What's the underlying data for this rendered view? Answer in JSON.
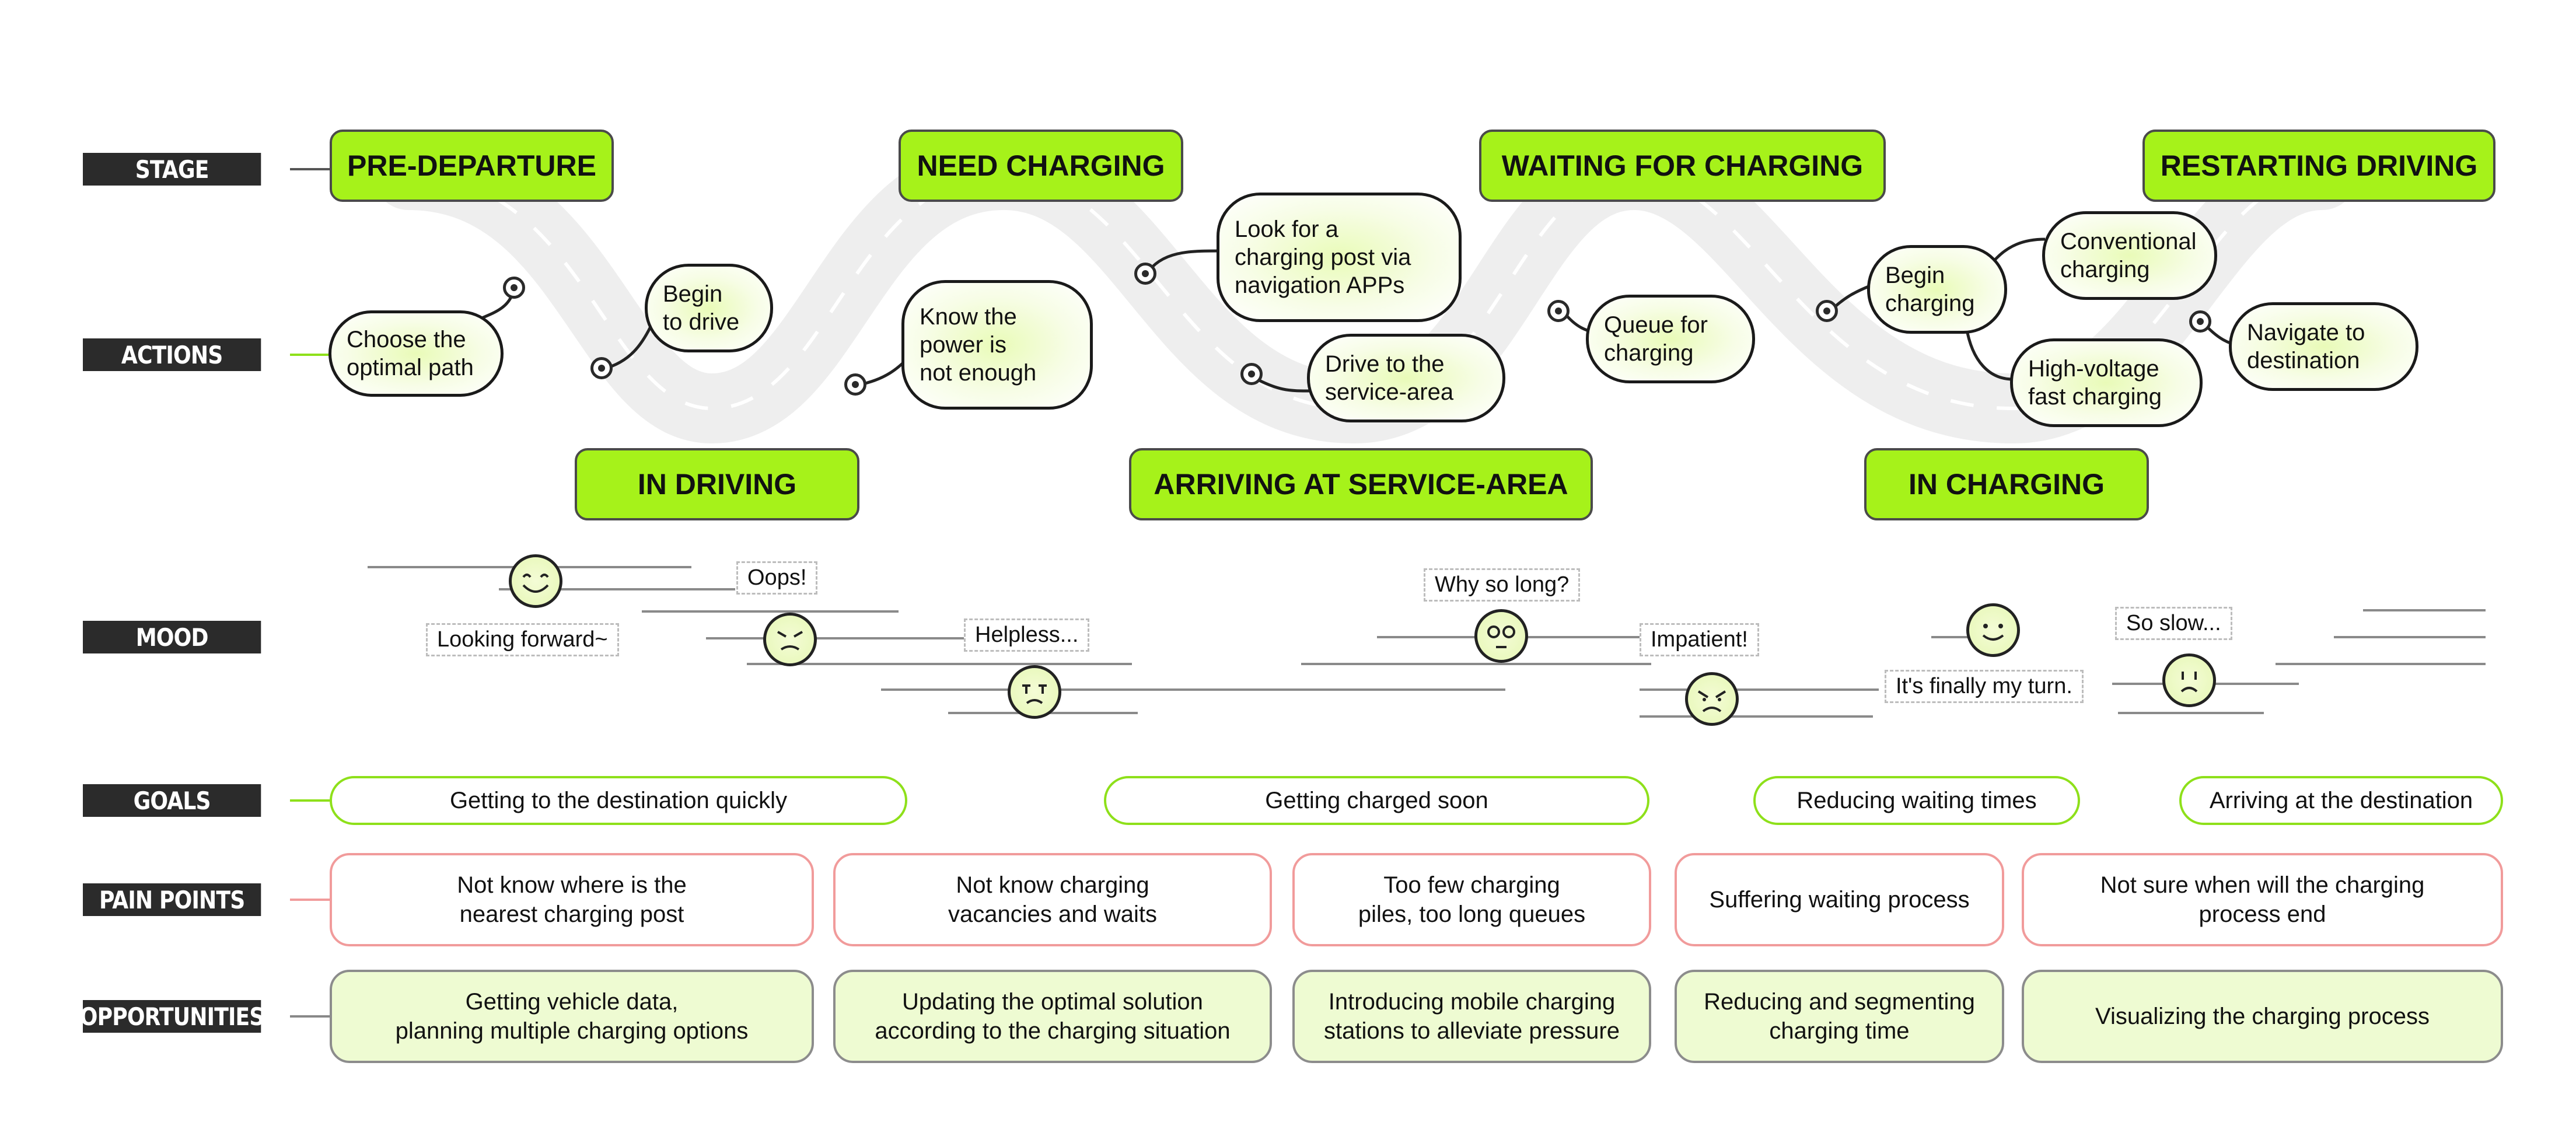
{
  "labels": {
    "stage": "STAGE",
    "actions": "ACTIONS",
    "mood": "MOOD",
    "goals": "GOALS",
    "pain_points": "PAIN POINTS",
    "opportunities": "OPPORTUNITIES"
  },
  "stages": {
    "pre_departure": "PRE-DEPARTURE",
    "need_charging": "NEED CHARGING",
    "waiting_for_charging": "WAITING FOR CHARGING",
    "restarting_driving": "RESTARTING DRIVING",
    "in_driving": "IN DRIVING",
    "arriving": "ARRIVING AT SERVICE-AREA",
    "in_charging": "IN CHARGING"
  },
  "actions": {
    "choose_path": "Choose the\noptimal path",
    "begin_drive": "Begin\nto drive",
    "know_power": "Know the\npower is\nnot enough",
    "look_for_post": "Look for a\ncharging post via\nnavigation APPs",
    "drive_service": "Drive to the\nservice-area",
    "queue": "Queue for\ncharging",
    "begin_charging": "Begin\ncharging",
    "conventional": "Conventional\ncharging",
    "high_voltage": "High-voltage\nfast charging",
    "navigate": "Navigate to\ndestination"
  },
  "moods": {
    "looking_forward": "Looking forward~",
    "oops": "Oops!",
    "helpless": "Helpless...",
    "why_so_long": "Why so long?",
    "impatient": "Impatient!",
    "finally": "It's finally my turn.",
    "so_slow": "So slow..."
  },
  "goals": [
    "Getting to the destination quickly",
    "Getting charged soon",
    "Reducing waiting times",
    "Arriving at the destination"
  ],
  "pain_points": [
    "Not know where is the\nnearest charging post",
    "Not know charging\nvacancies and waits",
    "Too few charging\npiles, too long queues",
    "Suffering waiting process",
    "Not sure when will the charging\nprocess end"
  ],
  "opportunities": [
    "Getting vehicle data,\nplanning multiple charging options",
    "Updating the optimal solution\naccording to the charging situation",
    "Introducing mobile charging\nstations to alleviate pressure",
    "Reducing and segmenting\ncharging time",
    "Visualizing the charging process"
  ],
  "colors": {
    "accent_green": "#a6f21a",
    "label_dark": "#2b2b2b",
    "pain_border": "#f19b9b",
    "goal_border": "#8ee01a",
    "opportunity_fill": "#eefbd2"
  }
}
